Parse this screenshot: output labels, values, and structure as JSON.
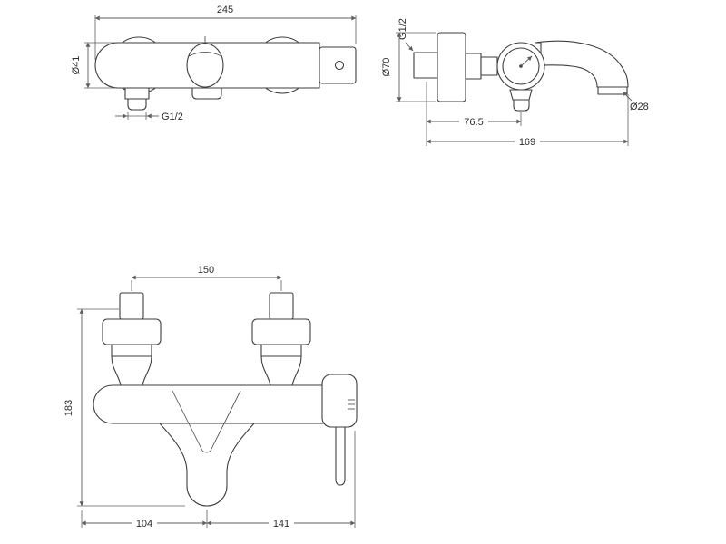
{
  "colors": {
    "background": "#ffffff",
    "outline": "#3e3e3e",
    "dimension_lines": "#5f5f5f",
    "dimension_text": "#2d2d2d"
  },
  "views": {
    "front": {
      "dims": {
        "overall_width": "245",
        "end_diameter": "Ø41",
        "shower_outlet_thread": "G1/2"
      }
    },
    "side": {
      "dims": {
        "inlet_thread": "G1/2",
        "flange_diameter": "Ø70",
        "wall_to_valve_center": "76.5",
        "overall_depth": "169",
        "spout_end_diameter": "Ø28"
      }
    },
    "front_complete": {
      "dims": {
        "connection_centers": "150",
        "overall_height": "183",
        "center_span_left": "104",
        "center_span_right": "141"
      }
    }
  }
}
